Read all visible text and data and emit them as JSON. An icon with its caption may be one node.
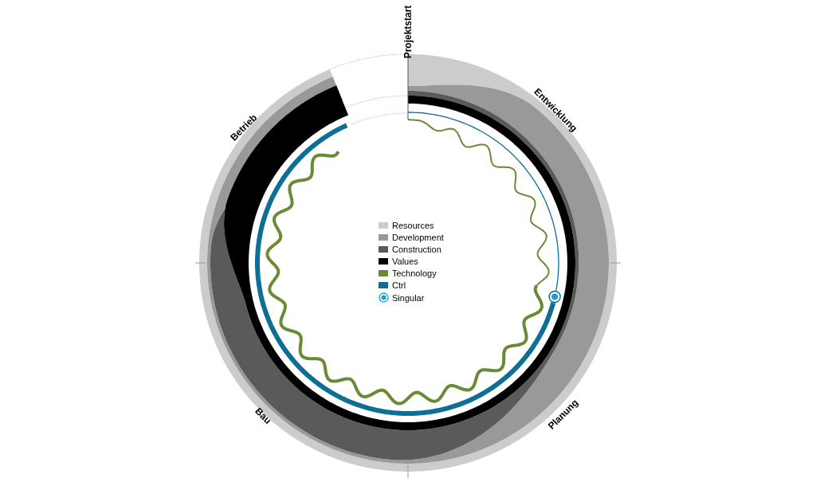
{
  "diagram": {
    "labels": [
      "Projektstart",
      "Entwicklung",
      "Planung",
      "Bau",
      "Betrieb"
    ],
    "legend": [
      {
        "text": "Resources",
        "color": "#cccccc"
      },
      {
        "text": "Development",
        "color": "#999999"
      },
      {
        "text": "Construction",
        "color": "#5a5a5a"
      },
      {
        "text": "Values",
        "color": "#000000"
      },
      {
        "text": "Technology",
        "color": "#6a8a35"
      },
      {
        "text": "Ctrl",
        "color": "#0e6f94"
      },
      {
        "text": "Singular"
      }
    ]
  }
}
